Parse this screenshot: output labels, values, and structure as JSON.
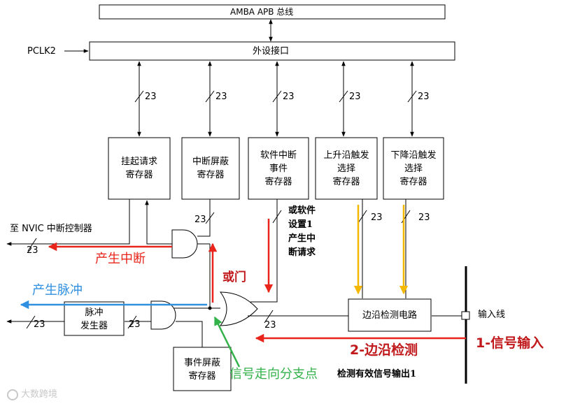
{
  "bus": {
    "amba": "AMBA APB 总线",
    "periph": "外设接口",
    "pclk": "PCLK2"
  },
  "width_label": "23",
  "registers": {
    "pending": [
      "挂起请求",
      "寄存器"
    ],
    "int_mask": [
      "中断屏蔽",
      "寄存器"
    ],
    "sw_event": [
      "软件中断",
      "事件",
      "寄存器"
    ],
    "rising": [
      "上升沿触发",
      "选择",
      "寄存器"
    ],
    "falling": [
      "下降沿触发",
      "选择",
      "寄存器"
    ],
    "edge_detect": "边沿检测电路",
    "pulse_gen": [
      "脉冲",
      "发生器"
    ],
    "event_mask": [
      "事件屏蔽",
      "寄存器"
    ]
  },
  "labels": {
    "nvic": "至 NVIC 中断控制器",
    "gen_int": "产生中断",
    "gen_pulse": "产生脉冲",
    "or_gate": "或门",
    "sw_note": [
      "或软件",
      "设置1",
      "产生中",
      "断请求"
    ],
    "input_line": "输入线",
    "step1": "1-信号输入",
    "step2": "2-边沿检测",
    "branch": "信号走向分支点",
    "edge_out": "检测有效信号输出1",
    "watermark": "大数跨境"
  },
  "colors": {
    "red": "#e8241b",
    "blue": "#2f8fe0",
    "green": "#33b24a",
    "amber": "#f5b800"
  }
}
